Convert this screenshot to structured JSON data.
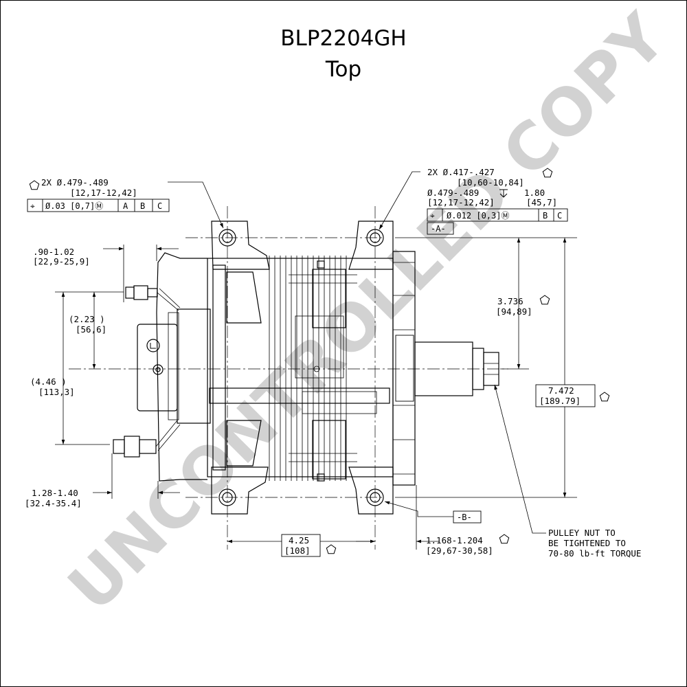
{
  "title": "BLP2204GH",
  "subtitle": "Top",
  "watermark": "UNCONTROLLED COPY",
  "callouts": {
    "left_hole_line1": "2X Ø.479-.489",
    "left_hole_line2": "[12,17-12,42]",
    "left_fcf": [
      "⌖",
      "Ø.03 [0,7]Ⓜ",
      "A",
      "B",
      "C"
    ],
    "right_hole_line1": "2X Ø.417-.427",
    "right_hole_line2": "[10,60-10,84]",
    "right_hole_line3": "Ø.479-.489",
    "right_hole_depth": "1.80",
    "right_hole_line4": "[12,17-12,42]",
    "right_hole_depth_mm": "[45,7]",
    "right_fcf": [
      "⌖",
      "Ø.012 [0,3]Ⓜ",
      "B",
      "C"
    ],
    "datum_a": "-A-",
    "datum_b": "-B-"
  },
  "dimensions": {
    "top_left_in": ".90-1.02",
    "top_left_mm": "[22,9-25,9]",
    "d223_in": "(2.23 )",
    "d223_mm": "[56,6]",
    "d446_in": "(4.46 )",
    "d446_mm": "[113,3]",
    "bottom_left_in": "1.28-1.40",
    "bottom_left_mm": "[32.4-35.4]",
    "d3736_in": "3.736",
    "d3736_mm": "[94,89]",
    "d7472_in": "7.472",
    "d7472_mm": "[189.79]",
    "d425_in": "4.25",
    "d425_mm": "[108]",
    "d1168_in": "1.168-1.204",
    "d1168_mm": "[29,67-30,58]"
  },
  "note": [
    "PULLEY NUT TO",
    "BE TIGHTENED TO",
    "70-80 lb-ft TORQUE"
  ]
}
